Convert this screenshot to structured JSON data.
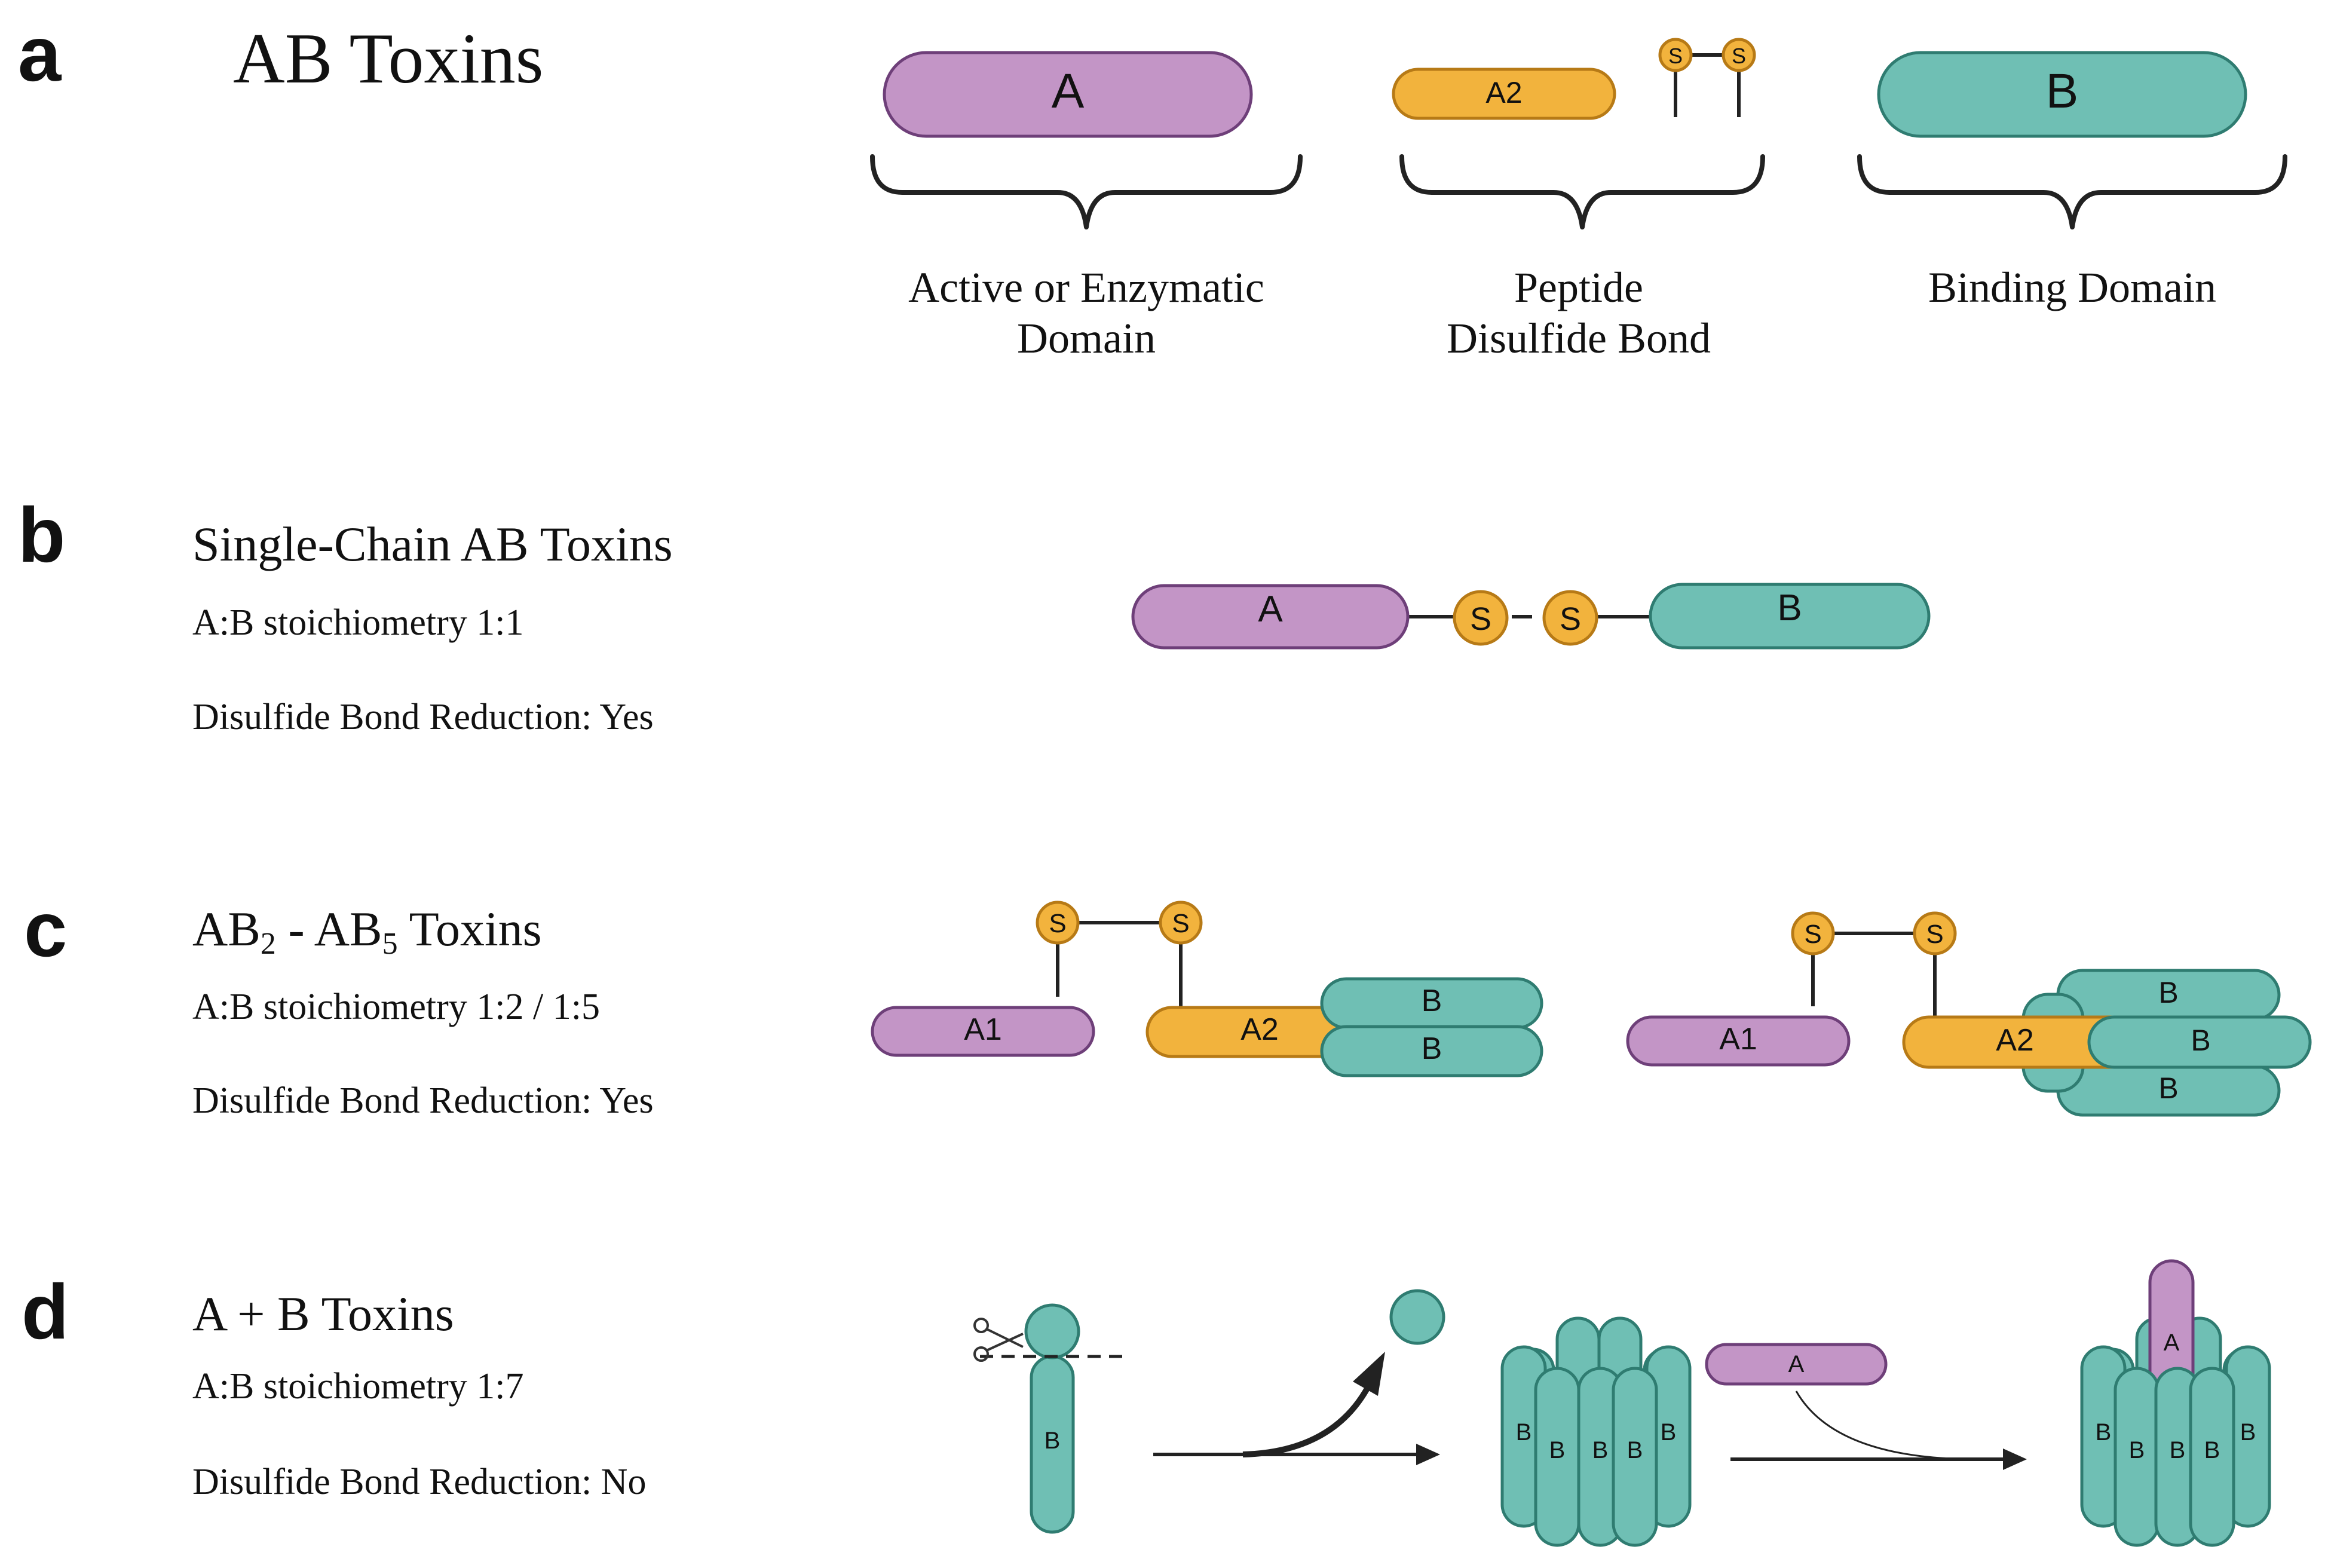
{
  "panel_a": {
    "letter": "a",
    "title": "AB Toxins",
    "domains": [
      {
        "label": "A",
        "caption_line1": "Active or Enzymatic",
        "caption_line2": "Domain"
      },
      {
        "label": "A2",
        "sulfur": "S",
        "caption_line1": "Peptide",
        "caption_line2": "Disulfide Bond"
      },
      {
        "label": "B",
        "caption_line1": "Binding Domain"
      }
    ]
  },
  "panel_b": {
    "letter": "b",
    "title": "Single-Chain AB Toxins",
    "stoichiometry": "A:B stoichiometry 1:1",
    "reduction": "Disulfide Bond Reduction: Yes",
    "labels": {
      "a": "A",
      "b": "B",
      "s": "S"
    }
  },
  "panel_c": {
    "letter": "c",
    "title_prefix": "AB",
    "title_sub1": "2",
    "title_mid": " - AB",
    "title_sub2": "5",
    "title_suffix": " Toxins",
    "stoichiometry": "A:B stoichiometry 1:2 / 1:5",
    "reduction": "Disulfide Bond Reduction: Yes",
    "labels": {
      "a1": "A1",
      "a2": "A2",
      "b": "B",
      "s": "S"
    }
  },
  "panel_d": {
    "letter": "d",
    "title": "A + B Toxins",
    "stoichiometry": "A:B stoichiometry 1:7",
    "reduction": "Disulfide Bond Reduction: No",
    "labels": {
      "a": "A",
      "b": "B"
    }
  },
  "colors": {
    "enzymatic_domain": "#c395c6",
    "disulfide_peptide": "#f2b33d",
    "binding_domain": "#6fbfb4"
  }
}
